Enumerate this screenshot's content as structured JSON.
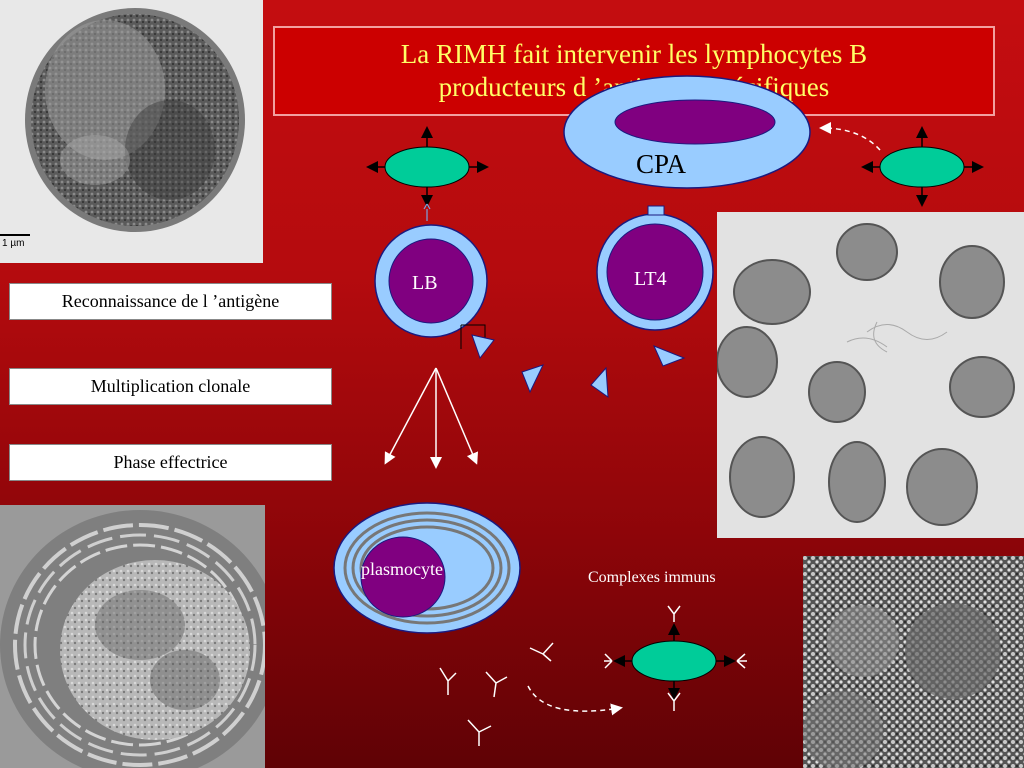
{
  "slide": {
    "title_line1": "La RIMH fait intervenir les lymphocytes B",
    "title_line2": "producteurs d ’anticorps spécifiques"
  },
  "steps": [
    {
      "label": "Reconnaissance de l ’antigène"
    },
    {
      "label": "Multiplication clonale"
    },
    {
      "label": "Phase effectrice"
    }
  ],
  "diagram": {
    "cpa_label": "CPA",
    "lb_label": "LB",
    "lt4_label": "LT4",
    "plasmocyte_label": "plasmocyte",
    "complexes_label": "Complexes immuns"
  },
  "photos": {
    "scale_bar_label": "1 µm"
  },
  "colors": {
    "background_top": "#c40d10",
    "background_bottom": "#5f0205",
    "title_text": "#ffff66",
    "cell_outer": "#99ccff",
    "cell_nucleus": "#800080",
    "antigen": "#00cc99"
  }
}
